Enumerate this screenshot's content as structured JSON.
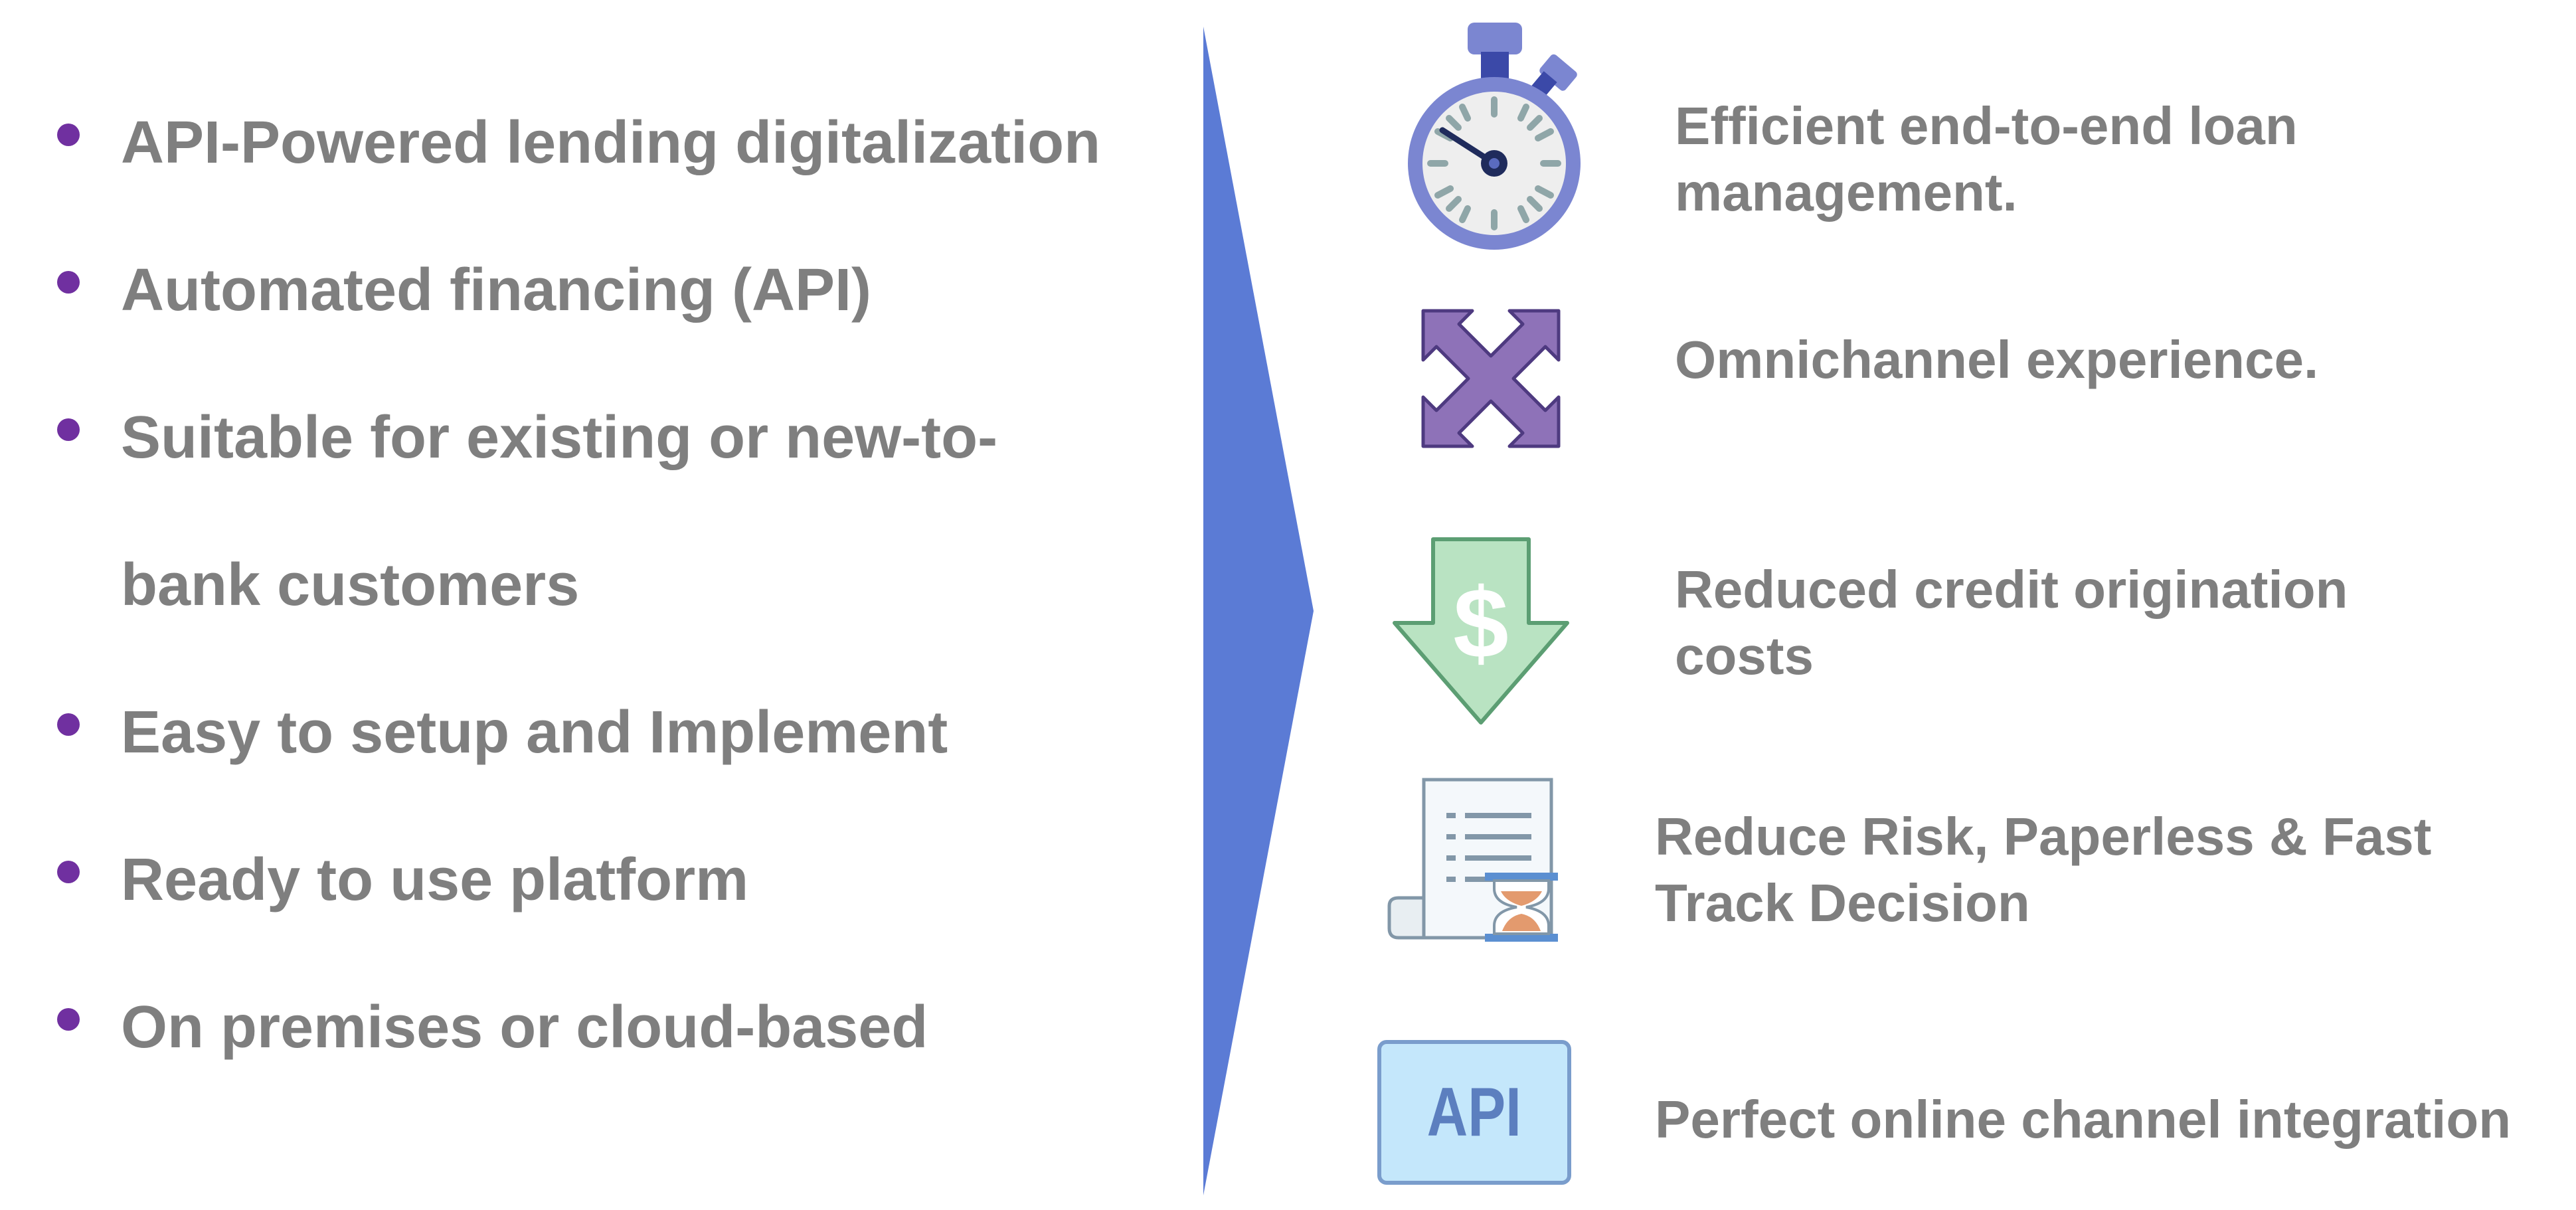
{
  "features": [
    {
      "text": "API-Powered lending digitalization"
    },
    {
      "text": "Automated financing (API)"
    },
    {
      "text": "Suitable for existing or new-to-",
      "continuation": "bank customers"
    },
    {
      "text": "Easy to setup and Implement"
    },
    {
      "text": "Ready to use platform"
    },
    {
      "text": "On premises or cloud-based"
    }
  ],
  "benefits": [
    {
      "icon": "stopwatch-icon",
      "line1": "Efficient end-to-end loan",
      "line2": "management."
    },
    {
      "icon": "four-way-arrows-icon",
      "line1": "Omnichannel experience."
    },
    {
      "icon": "dollar-down-arrow-icon",
      "line1": "Reduced credit origination",
      "line2": "costs"
    },
    {
      "icon": "document-hourglass-icon",
      "line1": "Reduce Risk, Paperless & Fast",
      "line2": "Track Decision"
    },
    {
      "icon": "api-badge-icon",
      "label": "API",
      "line1": "Perfect online channel integration"
    }
  ],
  "colors": {
    "text": "#7f7f7f",
    "bullet": "#7030a0",
    "arrow": "#5b7bd5",
    "stopwatch": "#7b86d1",
    "cross_arrows": "#8e72b8",
    "dollar_arrow": "#b9e3c2",
    "api_badge": "#c4e7fb"
  }
}
